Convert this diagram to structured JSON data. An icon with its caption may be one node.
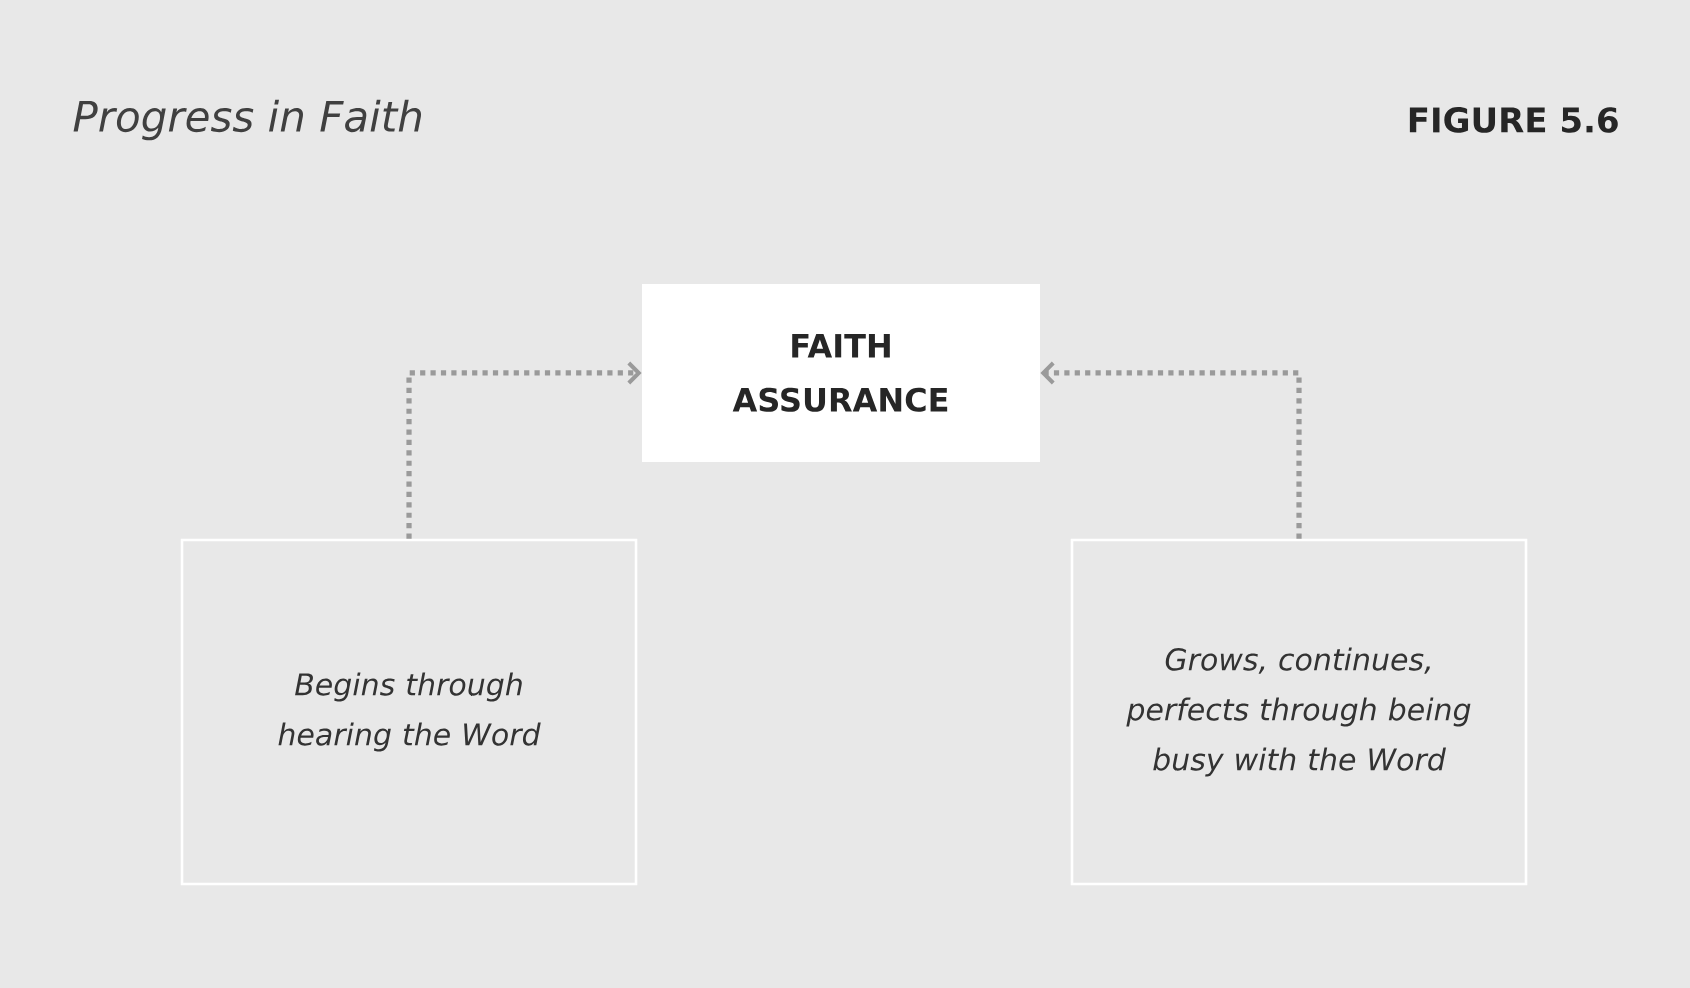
{
  "diagram": {
    "title": "Progress in Faith",
    "nodes": [
      {
        "text": [
          "FAITH ASSURANCE"
        ]
      },
      {
        "text": [
          "Begins through hearing the Word"
        ]
      },
      {
        "text": [
          "Grows, continues, perfects through being busy with the Word"
        ]
      }
    ],
    "edges": [
      {
        "from": 1,
        "to": 0,
        "arrow": "to"
      },
      {
        "from": 2,
        "to": 0,
        "arrow": "to"
      }
    ],
    "labels": [
      "FIGURE 5.6"
    ]
  }
}
